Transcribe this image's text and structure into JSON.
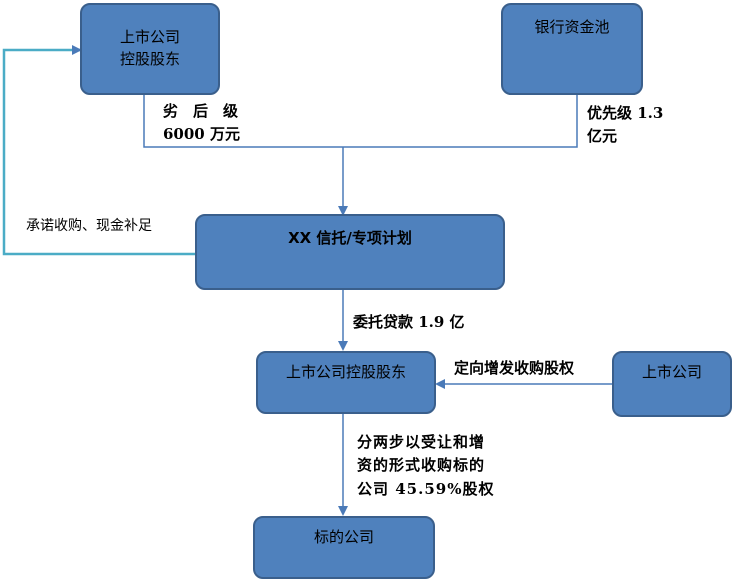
{
  "nodes": {
    "controlling_shareholder_top": {
      "line1": "上市公司",
      "line2": "控股股东"
    },
    "bank_pool": {
      "label": "银行资金池"
    },
    "trust_plan": {
      "label": "XX 信托/专项计划"
    },
    "controlling_shareholder_mid": {
      "label": "上市公司控股股东"
    },
    "listed_company": {
      "label": "上市公司"
    },
    "target_company": {
      "label": "标的公司"
    }
  },
  "edges": {
    "subordinated": {
      "line1": "劣　后　级",
      "line2": "6000 万元"
    },
    "senior": {
      "line1": "优先级  1.3",
      "line2": "亿元"
    },
    "guarantee": {
      "label": "承诺收购、现金补足"
    },
    "entrusted_loan": {
      "label": "委托贷款 1.9 亿"
    },
    "private_placement": {
      "label": "定向增发收购股权"
    },
    "acquisition": {
      "line1": "分两步以受让和增",
      "line2": "资的形式收购标的",
      "line3": "公司 45.59%股权"
    }
  },
  "colors": {
    "box_fill": "#4f81bd",
    "box_border": "#3a5f8c",
    "connector": "#4a7ab8",
    "feedback_line": "#4bacc6"
  }
}
